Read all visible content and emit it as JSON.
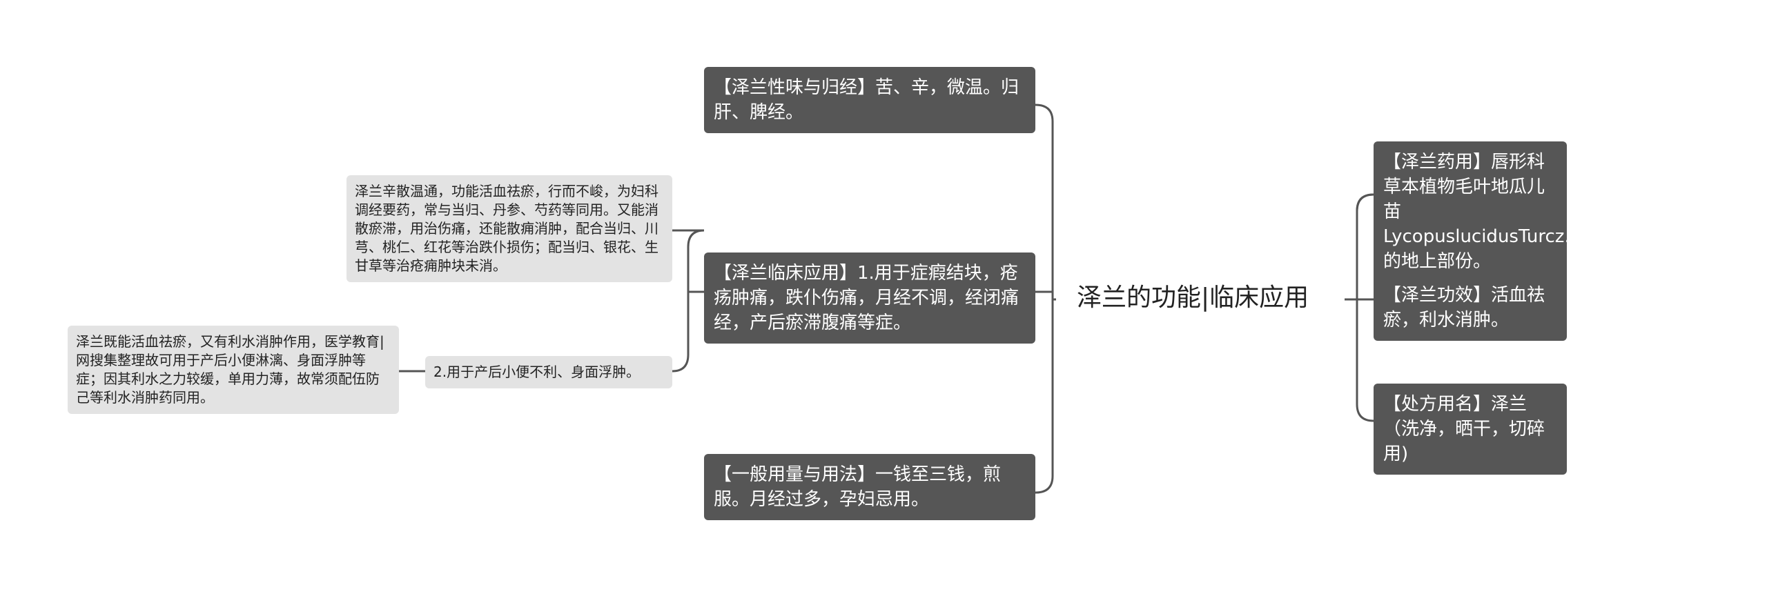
{
  "root": "泽兰的功能|临床应用",
  "right": [
    "【泽兰药用】唇形科草本植物毛叶地瓜儿苗LycopuslucidusTurcz.var.hirtusRegel.的地上部份。",
    "【泽兰功效】活血祛瘀，利水消肿。",
    "【处方用名】泽兰（洗净，晒干，切碎用)"
  ],
  "left": {
    "taste": "【泽兰性味与归经】苦、辛，微温。归肝、脾经。",
    "clinical": "【泽兰临床应用】1.用于症瘕结块，疮疡肿痛，跌仆伤痛，月经不调，经闭痛经，产后瘀滞腹痛等症。",
    "clinical_detail": "泽兰辛散温通，功能活血祛瘀，行而不峻，为妇科调经要药，常与当归、丹参、芍药等同用。又能消散瘀滞，用治伤痛，还能散痈消肿，配合当归、川芎、桃仁、红花等治跌仆损伤；配当归、银花、生甘草等治疮痈肿块未消。",
    "use2": "2.用于产后小便不利、身面浮肿。",
    "use2_detail": "泽兰既能活血祛瘀，又有利水消肿作用，医学教育|网搜集整理故可用于产后小便淋漓、身面浮肿等症；因其利水之力较缓，单用力薄，故常须配伍防己等利水消肿药同用。",
    "dosage": "【一般用量与用法】一钱至三钱，煎服。月经过多，孕妇忌用。"
  }
}
